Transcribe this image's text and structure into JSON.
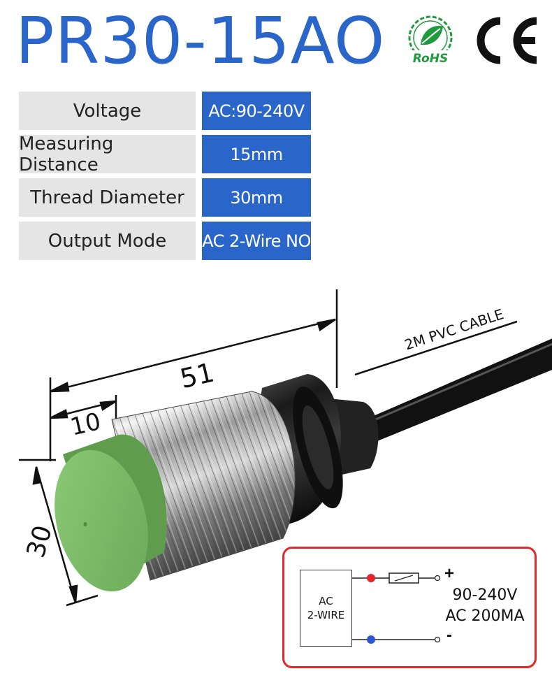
{
  "title": "PR30-15AO",
  "certifications": {
    "rohs": {
      "icon": "rohs-leaf-icon",
      "label": "RoHS",
      "color": "#1f9a3c"
    },
    "ce": {
      "icon": "ce-mark-icon",
      "label": "CE"
    }
  },
  "specs": [
    {
      "label": "Voltage",
      "value": "AC:90-240V"
    },
    {
      "label": "Measuring Distance",
      "value": "15mm"
    },
    {
      "label": "Thread Diameter",
      "value": "30mm"
    },
    {
      "label": "Output Mode",
      "value": "AC 2-Wire NO"
    }
  ],
  "drawing": {
    "length": "51",
    "head_length": "10",
    "diameter": "30",
    "cable": "2M PVC CABLE"
  },
  "wiring": {
    "box_line1": "AC",
    "box_line2": "2-WIRE",
    "plus": "+",
    "minus": "-",
    "voltage": "90-240V",
    "current": "AC 200MA",
    "positive_color": "#e8232a",
    "negative_color": "#2f55d4"
  },
  "colors": {
    "accent_blue": "#2a66c9",
    "label_gray": "#e5e5e5",
    "sensor_green": "#7fbf6a",
    "frame_red": "#e0292a"
  }
}
